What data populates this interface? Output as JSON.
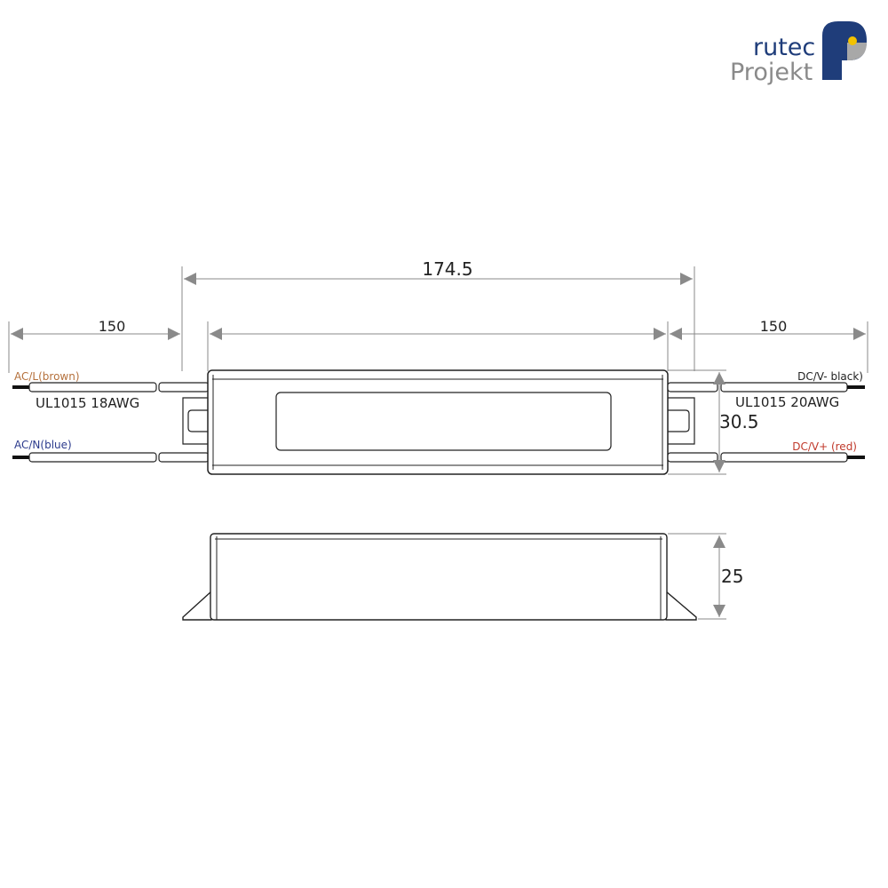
{
  "logo": {
    "line1": "rutec",
    "line2": "Projekt",
    "colors": {
      "navy": "#1f3d7a",
      "gray": "#8a8a8a",
      "yellow": "#f2c200"
    }
  },
  "dimensions": {
    "total_length": "174.5",
    "cable_left": "150",
    "cable_right": "150",
    "width": "30.5",
    "height": "25"
  },
  "wires": {
    "ac_l": {
      "label": "AC/L(brown)",
      "color": "#b5713c"
    },
    "ac_n": {
      "label": "AC/N(blue)",
      "color": "#2b3a8c"
    },
    "dc_neg": {
      "label": "DC/V- black)",
      "color": "#222222"
    },
    "dc_pos": {
      "label": "DC/V+ (red)",
      "color": "#c0392b"
    },
    "input_spec": "UL1015 18AWG",
    "output_spec": "UL1015 20AWG"
  }
}
